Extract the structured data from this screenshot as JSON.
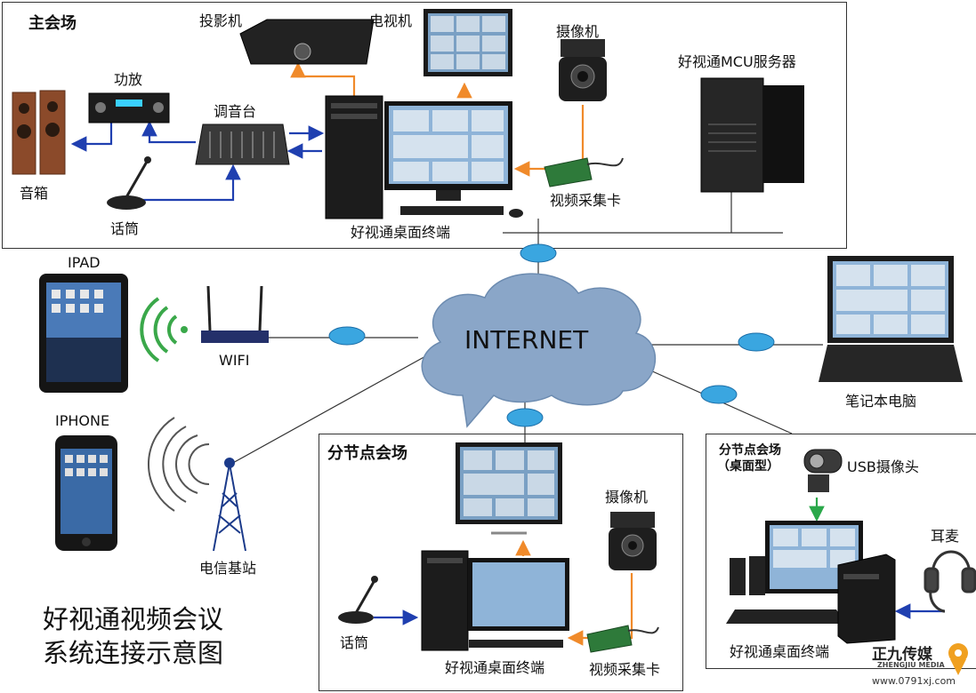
{
  "sections": {
    "main": "主会场",
    "branch": "分节点会场",
    "desktop_line1": "分节点会场",
    "desktop_line2": "（桌面型）"
  },
  "devices": {
    "projector": "投影机",
    "tv": "电视机",
    "camera_main": "摄像机",
    "mcu": "好视通MCU服务器",
    "amplifier": "功放",
    "mixer": "调音台",
    "speaker": "音箱",
    "mic_main": "话筒",
    "terminal_main": "好视通桌面终端",
    "capture_main": "视频采集卡",
    "ipad": "IPAD",
    "wifi": "WIFI",
    "iphone": "IPHONE",
    "base_station": "电信基站",
    "internet": "INTERNET",
    "laptop": "笔记本电脑",
    "camera_branch": "摄像机",
    "mic_branch": "话筒",
    "terminal_branch": "好视通桌面终端",
    "capture_branch": "视频采集卡",
    "usb_cam": "USB摄像头",
    "headset": "耳麦",
    "terminal_desktop": "好视通桌面终端"
  },
  "caption": {
    "line1": "好视通视频会议",
    "line2": "系统连接示意图"
  },
  "watermark": {
    "brand": "正九传媒",
    "sub": "ZHENGJIU MEDIA",
    "url": "www.0791xj.com"
  },
  "colors": {
    "blue_arrow": "#1f3fb0",
    "orange_arrow": "#f08a2a",
    "green_arrow": "#2aa84a",
    "cloud": "#8aa6c8",
    "router": "#3aa6e0"
  }
}
